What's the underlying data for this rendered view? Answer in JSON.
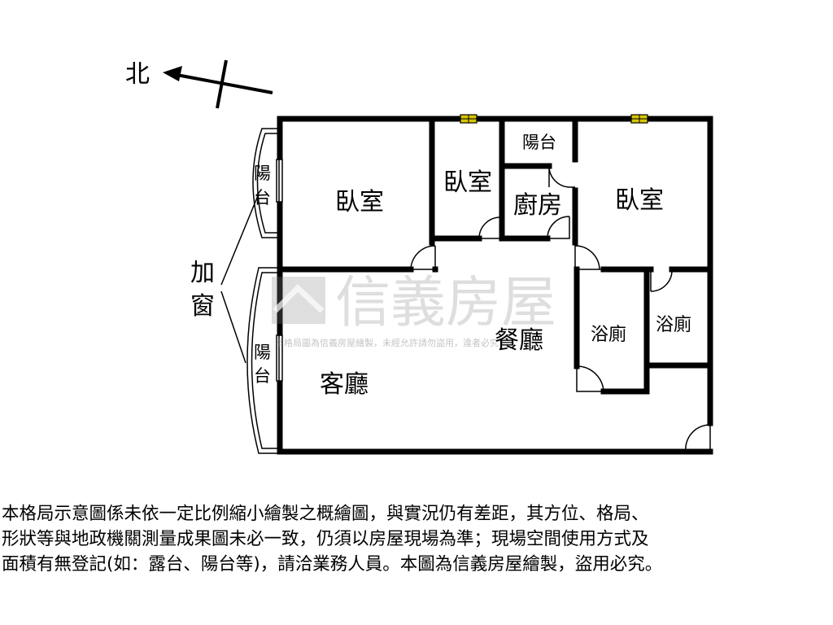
{
  "compass": {
    "north_label": "北"
  },
  "rooms": {
    "bedroom_left": "臥室",
    "bedroom_mid": "臥室",
    "bedroom_right": "臥室",
    "kitchen": "廚房",
    "balcony_top": "陽台",
    "balcony_left_top_1": "陽",
    "balcony_left_top_2": "台",
    "balcony_left_bottom_1": "陽",
    "balcony_left_bottom_2": "台",
    "living_room": "客廳",
    "dining_room": "餐廳",
    "bathroom_1": "浴廁",
    "bathroom_2": "浴廁"
  },
  "annotation": {
    "line1": "加",
    "line2": "窗"
  },
  "watermark": {
    "brand": "信義房屋",
    "notice": "本格局圖為信義房屋繪製，未經允許請勿盜用，違者必究"
  },
  "colors": {
    "wall": "#000000",
    "window": "#d9c600",
    "watermark": "#8a8a8a"
  },
  "disclaimer": {
    "line1": "本格局示意圖係未依一定比例縮小繪製之概繪圖，與實況仍有差距，其方位、格局、",
    "line2": "形狀等與地政機關測量成果圖未必一致，仍須以房屋現場為準；現場空間使用方式及",
    "line3": "面積有無登記(如：露台、陽台等)，請洽業務人員。本圖為信義房屋繪製，盜用必究。"
  }
}
